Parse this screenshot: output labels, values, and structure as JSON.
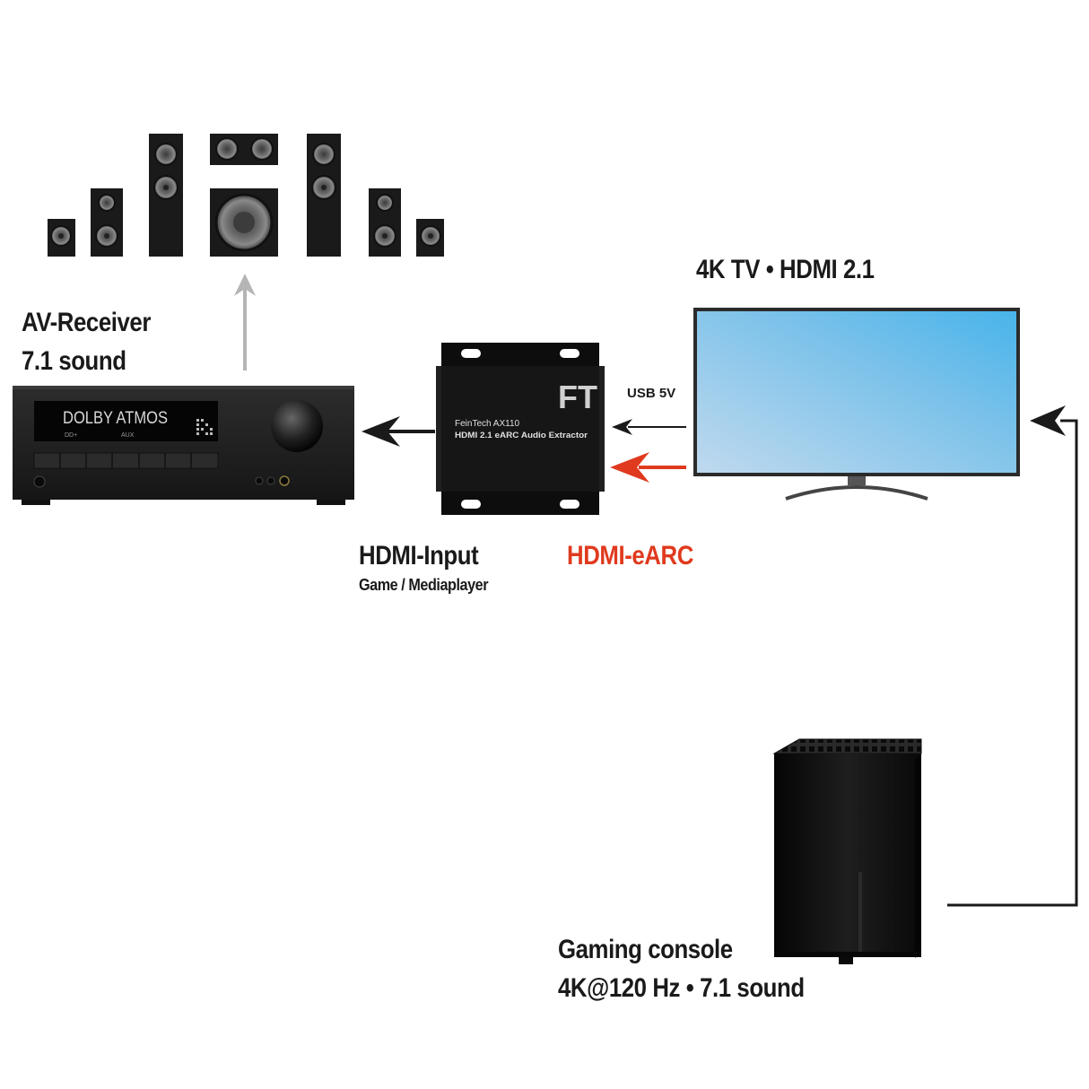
{
  "receiver": {
    "title": "AV-Receiver",
    "subtitle": "7.1 sound",
    "display_main": "DOLBY ATMOS",
    "display_left": "DD+",
    "display_mid": "AUX"
  },
  "extractor": {
    "logo": "FT",
    "brand": "FeinTech AX110",
    "model": "HDMI 2.1 eARC Audio Extractor"
  },
  "tv": {
    "title": "4K TV • HDMI 2.1"
  },
  "links": {
    "usb": "USB 5V",
    "earc": "HDMI-eARC",
    "input_title": "HDMI-Input",
    "input_sub": "Game / Mediaplayer"
  },
  "console": {
    "title": "Gaming console",
    "subtitle": "4K@120 Hz • 7.1 sound"
  },
  "colors": {
    "accent_red": "#e03a1e",
    "arrow_gray": "#b5b5b5",
    "device_black": "#111111",
    "tv_screen": "#5bb8e6"
  }
}
